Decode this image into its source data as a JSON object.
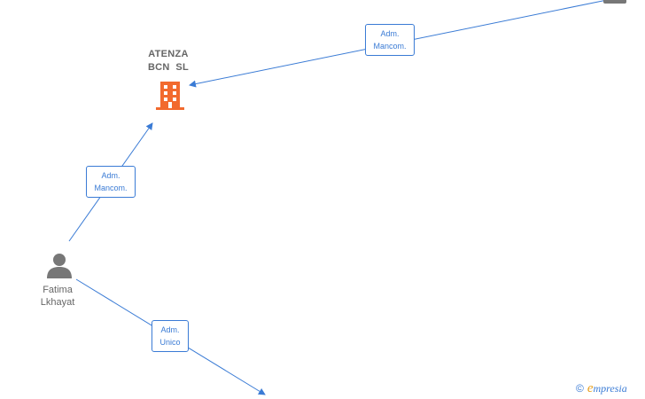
{
  "nodes": {
    "company": {
      "name_line1": "ATENZA",
      "name_line2": "BCN  SL",
      "icon": "building-icon",
      "color": "#f26a2e"
    },
    "person": {
      "name_line1": "Fatima",
      "name_line2": "Lkhayat",
      "icon": "person-icon",
      "color": "#777777"
    },
    "offscreen_top": {
      "icon": "person-icon",
      "color": "#777777"
    }
  },
  "edges": [
    {
      "id": "offscreen-to-company",
      "label_line1": "Adm.",
      "label_line2": "Mancom."
    },
    {
      "id": "person-to-company",
      "label_line1": "Adm.",
      "label_line2": "Mancom."
    },
    {
      "id": "person-to-offscreen-bottom",
      "label_line1": "Adm.",
      "label_line2": "Unico"
    }
  ],
  "colors": {
    "edge": "#3a7bd5",
    "label_text": "#666666"
  },
  "brand": {
    "copyright_symbol": "©",
    "first_letter": "e",
    "rest": "mpresia"
  }
}
